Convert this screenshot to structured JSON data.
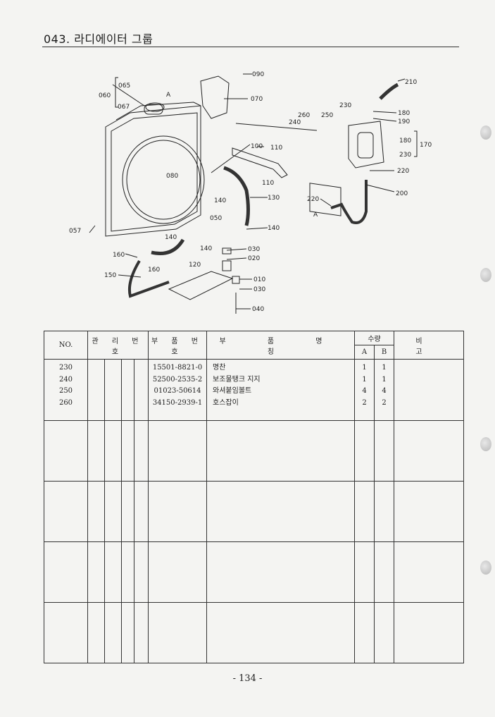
{
  "page": {
    "title": "043. 라디에이터 그룹",
    "page_number": "- 134 -"
  },
  "diagram": {
    "callouts": [
      "090",
      "070",
      "065",
      "060",
      "067",
      "A",
      "080",
      "100",
      "110",
      "110",
      "140",
      "130",
      "050",
      "140",
      "057",
      "140",
      "140",
      "120",
      "030",
      "020",
      "160",
      "150",
      "160",
      "010",
      "030",
      "040",
      "210",
      "230",
      "260",
      "250",
      "240",
      "180",
      "190",
      "180",
      "170",
      "230",
      "220",
      "220",
      "200",
      "A"
    ]
  },
  "table": {
    "headers": {
      "no": "NO.",
      "mgmt": "관 리 번 호",
      "part_no": "부 품 번 호",
      "name": "부 품 명 칭",
      "qty": "수량",
      "qty_a": "A",
      "qty_b": "B",
      "note": "비 고"
    },
    "rows": [
      {
        "no": "230",
        "part_no": "15501-8821-0",
        "name": "명찬",
        "a": "1",
        "b": "1"
      },
      {
        "no": "240",
        "part_no": "52500-2535-2",
        "name": "보조물탱크 지지",
        "a": "1",
        "b": "1"
      },
      {
        "no": "250",
        "part_no": "01023-50614",
        "name": "와셔붙임볼트",
        "a": "4",
        "b": "4"
      },
      {
        "no": "260",
        "part_no": "34150-2939-1",
        "name": "호스잡이",
        "a": "2",
        "b": "2"
      }
    ]
  }
}
